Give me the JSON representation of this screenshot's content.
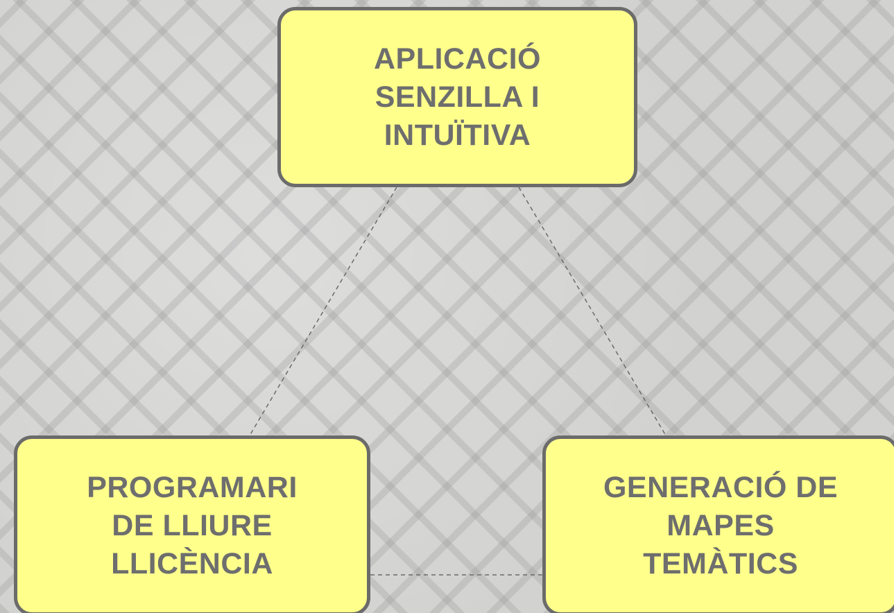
{
  "diagram": {
    "nodes": [
      {
        "id": "top",
        "lines": [
          "APLICACIÓ",
          "SENZILLA I",
          "INTUÏTIVA"
        ]
      },
      {
        "id": "left",
        "lines": [
          "PROGRAMARI",
          "DE LLIURE",
          "LLICÈNCIA"
        ]
      },
      {
        "id": "right",
        "lines": [
          "GENERACIÓ DE",
          "MAPES",
          "TEMÀTICS"
        ]
      }
    ],
    "edges": [
      {
        "from": "top",
        "to": "left",
        "style": "dashed"
      },
      {
        "from": "top",
        "to": "right",
        "style": "dashed"
      },
      {
        "from": "left",
        "to": "right",
        "style": "dashed"
      }
    ]
  },
  "colors": {
    "node_fill": "#ffff8c",
    "node_border": "#6b6b6b",
    "node_text": "#6e6e6e",
    "connector": "#6a6a6a"
  }
}
